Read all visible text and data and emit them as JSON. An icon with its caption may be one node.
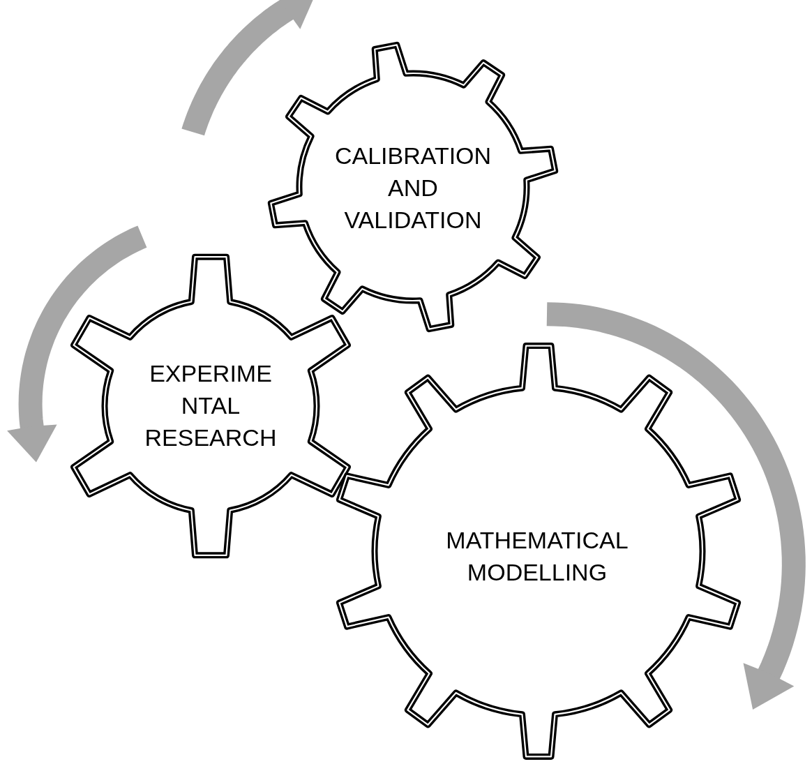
{
  "diagram": {
    "nodes": [
      {
        "text": [
          "CALIBRATION AND VALIDATION"
        ]
      },
      {
        "text": [
          "EXPERIME NTAL RESEARCH"
        ]
      },
      {
        "text": [
          "MATHEMATICAL MODELLING"
        ]
      }
    ]
  }
}
